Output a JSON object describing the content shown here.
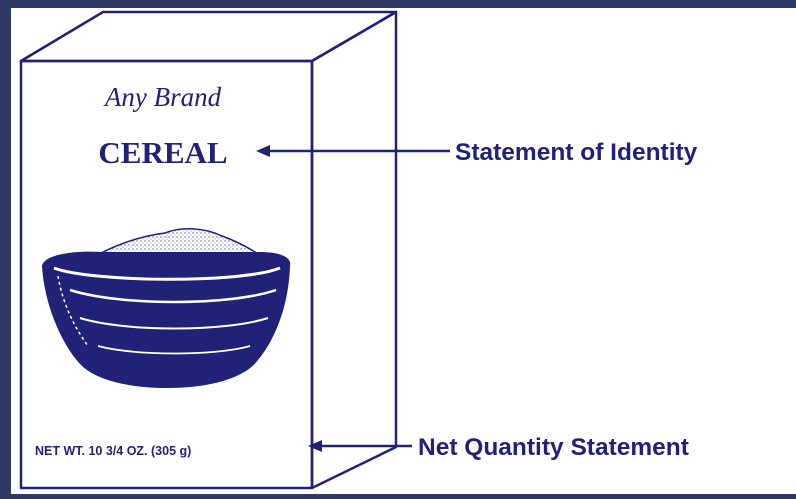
{
  "box": {
    "brand": "Any Brand",
    "product": "CEREAL",
    "net_weight": "NET WT. 10 3/4 OZ. (305 g)"
  },
  "callouts": {
    "identity": "Statement of Identity",
    "quantity": "Net Quantity Statement"
  },
  "colors": {
    "background": "#2e3a64",
    "ink": "#1f2277",
    "panel": "#ffffff"
  }
}
